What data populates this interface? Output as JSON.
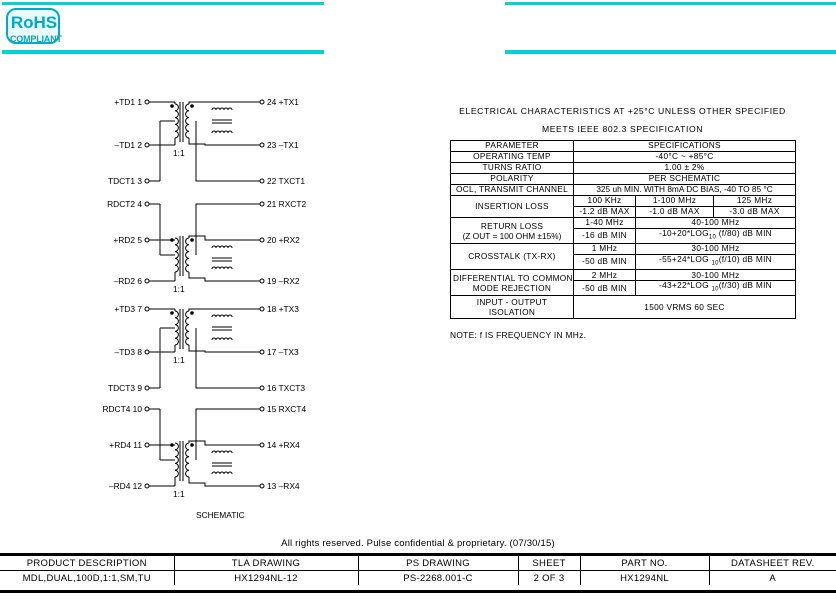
{
  "logo": {
    "big": "RoHS",
    "small": "COMPLIANT"
  },
  "schematic": {
    "caption": "SCHEMATIC",
    "ratio": "1:1",
    "left_pins": [
      "+TD1  1",
      "-TD1  2",
      "TDCT1  3",
      "RDCT2  4",
      "+RD2  5",
      "-RD2  6",
      "+TD3  7",
      "-TD3  8",
      "TDCT3  9",
      "RDCT4  10",
      "+RD4  11",
      "-RD4  12"
    ],
    "right_pins": [
      "24  +TX1",
      "23  -TX1",
      "22  TXCT1",
      "21  RXCT2",
      "20  +RX2",
      "19  -RX2",
      "18  +TX3",
      "17  -TX3",
      "16  TXCT3",
      "15  RXCT4",
      "14  +RX4",
      "13  -RX4"
    ]
  },
  "electrical": {
    "title_line1": "ELECTRICAL  CHARACTERISTICS  AT  +25°C  UNLESS  OTHER  SPECIFIED",
    "title_line2": "MEETS  IEEE  802.3  SPECIFICATION",
    "header_param": "PARAMETER",
    "header_spec": "SPECIFICATIONS",
    "operating_temp": {
      "label": "OPERATING  TEMP",
      "value": "-40°C  ~  +85°C"
    },
    "turns_ratio": {
      "label": "TURNS  RATIO",
      "value": "1.00  ±  2%"
    },
    "polarity": {
      "label": "POLARITY",
      "value": "PER  SCHEMATIC"
    },
    "ocl": {
      "label": "OCL,  TRANSMIT  CHANNEL",
      "value": "325  uh  MIN.  WITH  8mA  DC  BIAS,  -40  TO  85  °C"
    },
    "insertion_loss": {
      "label": "INSERTION  LOSS",
      "f1": "100  KHz",
      "f2": "1-100  MHz",
      "f3": "125  MHz",
      "v1": "-1.2  dB  MAX",
      "v2": "-1.0  dB  MAX",
      "v3": "-3.0  dB  MAX"
    },
    "return_loss": {
      "label1": "RETURN  LOSS",
      "label2": "(Z  OUT  =  100  OHM  ±15%)",
      "f1": "1-40  MHz",
      "f2": "40-100  MHz",
      "v1": "-16  dB  MIN",
      "v2_a": "-10+20*LOG",
      "v2_sub": "10",
      "v2_b": " (f/80)  dB  MIN"
    },
    "crosstalk": {
      "label": "CROSSTALK  (TX-RX)",
      "f1": "1  MHz",
      "f2": "30-100  MHz",
      "v1": "-50  dB  MIN",
      "v2_a": "-55+24*LOG ",
      "v2_sub": "10",
      "v2_b": "(f/10)  dB  MIN"
    },
    "differential": {
      "label1": "DIFFERENTIAL  TO  COMMON",
      "label2": "MODE  REJECTION",
      "f1": "2  MHz",
      "f2": "30-100  MHz",
      "v1": "-50  dB  MIN",
      "v2_a": "-43+22*LOG ",
      "v2_sub": "10",
      "v2_b": "(f/30)  dB  MIN"
    },
    "isolation": {
      "label1": "INPUT  -  OUTPUT",
      "label2": "ISOLATION",
      "value": "1500  VRMS  60  SEC"
    },
    "note": "NOTE:  f  IS  FREQUENCY  IN  MHz."
  },
  "rights": "All  rights  reserved.  Pulse  confidential  &  proprietary.  (07/30/15)",
  "title_block": {
    "headers": [
      "PRODUCT  DESCRIPTION",
      "TLA  DRAWING",
      "PS  DRAWING",
      "SHEET",
      "PART  NO.",
      "DATASHEET  REV."
    ],
    "values": [
      "MDL,DUAL,100D,1:1,SM,TU",
      "HX1294NL-12",
      "PS-2268.001-C",
      "2  OF  3",
      "HX1294NL",
      "A"
    ]
  }
}
